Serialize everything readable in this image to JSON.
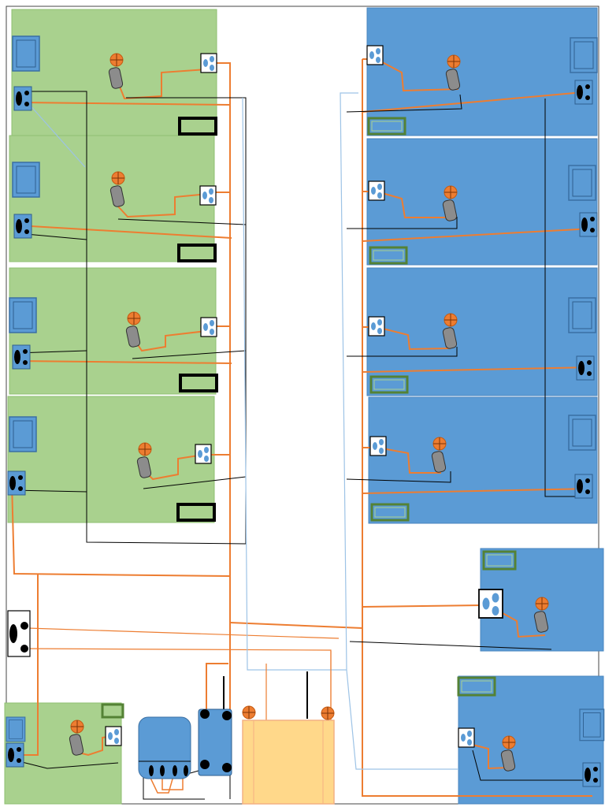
{
  "colors": {
    "room_green": "#a9d18e",
    "room_green_edge": "#8fbf72",
    "room_blue": "#5b9bd5",
    "room_blue_edge": "#4a86bf",
    "panel_blue": "#5b9bd5",
    "wire_orange": "#ed7d31",
    "wire_black": "#000000",
    "wire_blue": "#9dc3e6",
    "tank_yellow": "#ffd88a",
    "lamp_orange": "#ed7d31",
    "cylinder_gray": "#8c8c8c",
    "label_green": "#548235"
  },
  "icons": {
    "wall_panel": "square-panel-icon",
    "outlet": "outlet-icon",
    "lamp": "lamp-icon",
    "device_box": "device-box-icon",
    "label_box": "label-box-icon",
    "tank": "tank-icon",
    "junction": "junction-box-icon"
  },
  "rooms": [
    {
      "id": "green-room-1",
      "tone": "green"
    },
    {
      "id": "green-room-2",
      "tone": "green"
    },
    {
      "id": "green-room-3",
      "tone": "green"
    },
    {
      "id": "green-room-4",
      "tone": "green"
    },
    {
      "id": "green-room-5",
      "tone": "green"
    },
    {
      "id": "blue-room-1",
      "tone": "blue"
    },
    {
      "id": "blue-room-2",
      "tone": "blue"
    },
    {
      "id": "blue-room-3",
      "tone": "blue"
    },
    {
      "id": "blue-room-4",
      "tone": "blue"
    },
    {
      "id": "blue-room-5",
      "tone": "blue"
    },
    {
      "id": "blue-room-6",
      "tone": "blue"
    }
  ],
  "utility": [
    {
      "id": "storage-tank-blue"
    },
    {
      "id": "pump-unit"
    },
    {
      "id": "reservoir-yellow"
    },
    {
      "id": "junction-box-left"
    }
  ]
}
